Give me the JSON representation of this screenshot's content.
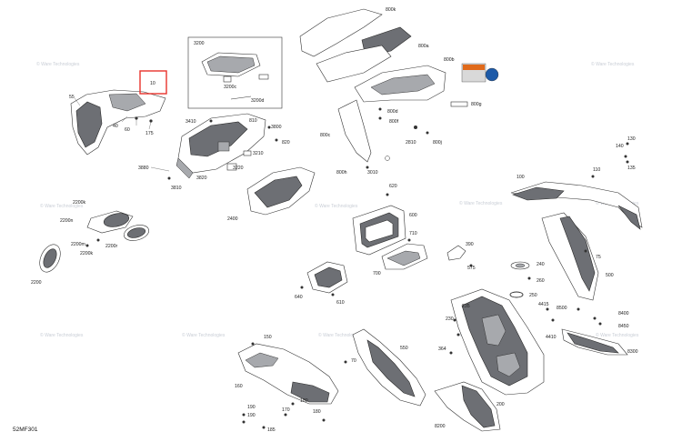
{
  "document_code": "52MF301",
  "watermark_text": "© Ware Technologies",
  "highlight_color": "#e8322c",
  "labels": {
    "l55": "55",
    "l10": "10",
    "l40": "40",
    "l60": "60",
    "l175": "175",
    "l3200": "3200",
    "l3200c": "3200c",
    "l3200d": "3200d",
    "l3410": "3410",
    "l810": "810",
    "l3800": "3800",
    "l820": "820",
    "l3210": "3210",
    "l3220": "3220",
    "l3820": "3820",
    "l3880": "3880",
    "l3810": "3810",
    "l800k": "800k",
    "l800a": "800a",
    "l800b": "800b",
    "l800d": "800d",
    "l800f": "800f",
    "l800g": "800g",
    "l800c": "800c",
    "l2810": "2810",
    "l800j": "800j",
    "l800h": "800h",
    "l3010": "3010",
    "l130": "130",
    "l140": "140",
    "l135": "135",
    "l110": "110",
    "l100": "100",
    "l2200k": "2200k",
    "l2200n": "2200n",
    "l2200m": "2200m",
    "l2200r": "2200r",
    "l2200k2": "2200k",
    "l2200": "2200",
    "l2400": "2400",
    "l620": "620",
    "l600": "600",
    "l710": "710",
    "l700": "700",
    "l640": "640",
    "l610": "610",
    "l390": "390",
    "l575": "575",
    "l240": "240",
    "l260": "260",
    "l75": "75",
    "l500": "500",
    "l250": "250",
    "l235": "235",
    "l230": "230",
    "l4415": "4415",
    "l8500": "8500",
    "l8400": "8400",
    "l8450": "8450",
    "l4410": "4410",
    "l8300": "8300",
    "l364": "364",
    "l200": "200",
    "l8200": "8200",
    "l150": "150",
    "l160": "160",
    "l550": "550",
    "l70": "70",
    "l180": "180",
    "l170": "170",
    "l190": "190",
    "l185": "185",
    "l180b": "180"
  }
}
